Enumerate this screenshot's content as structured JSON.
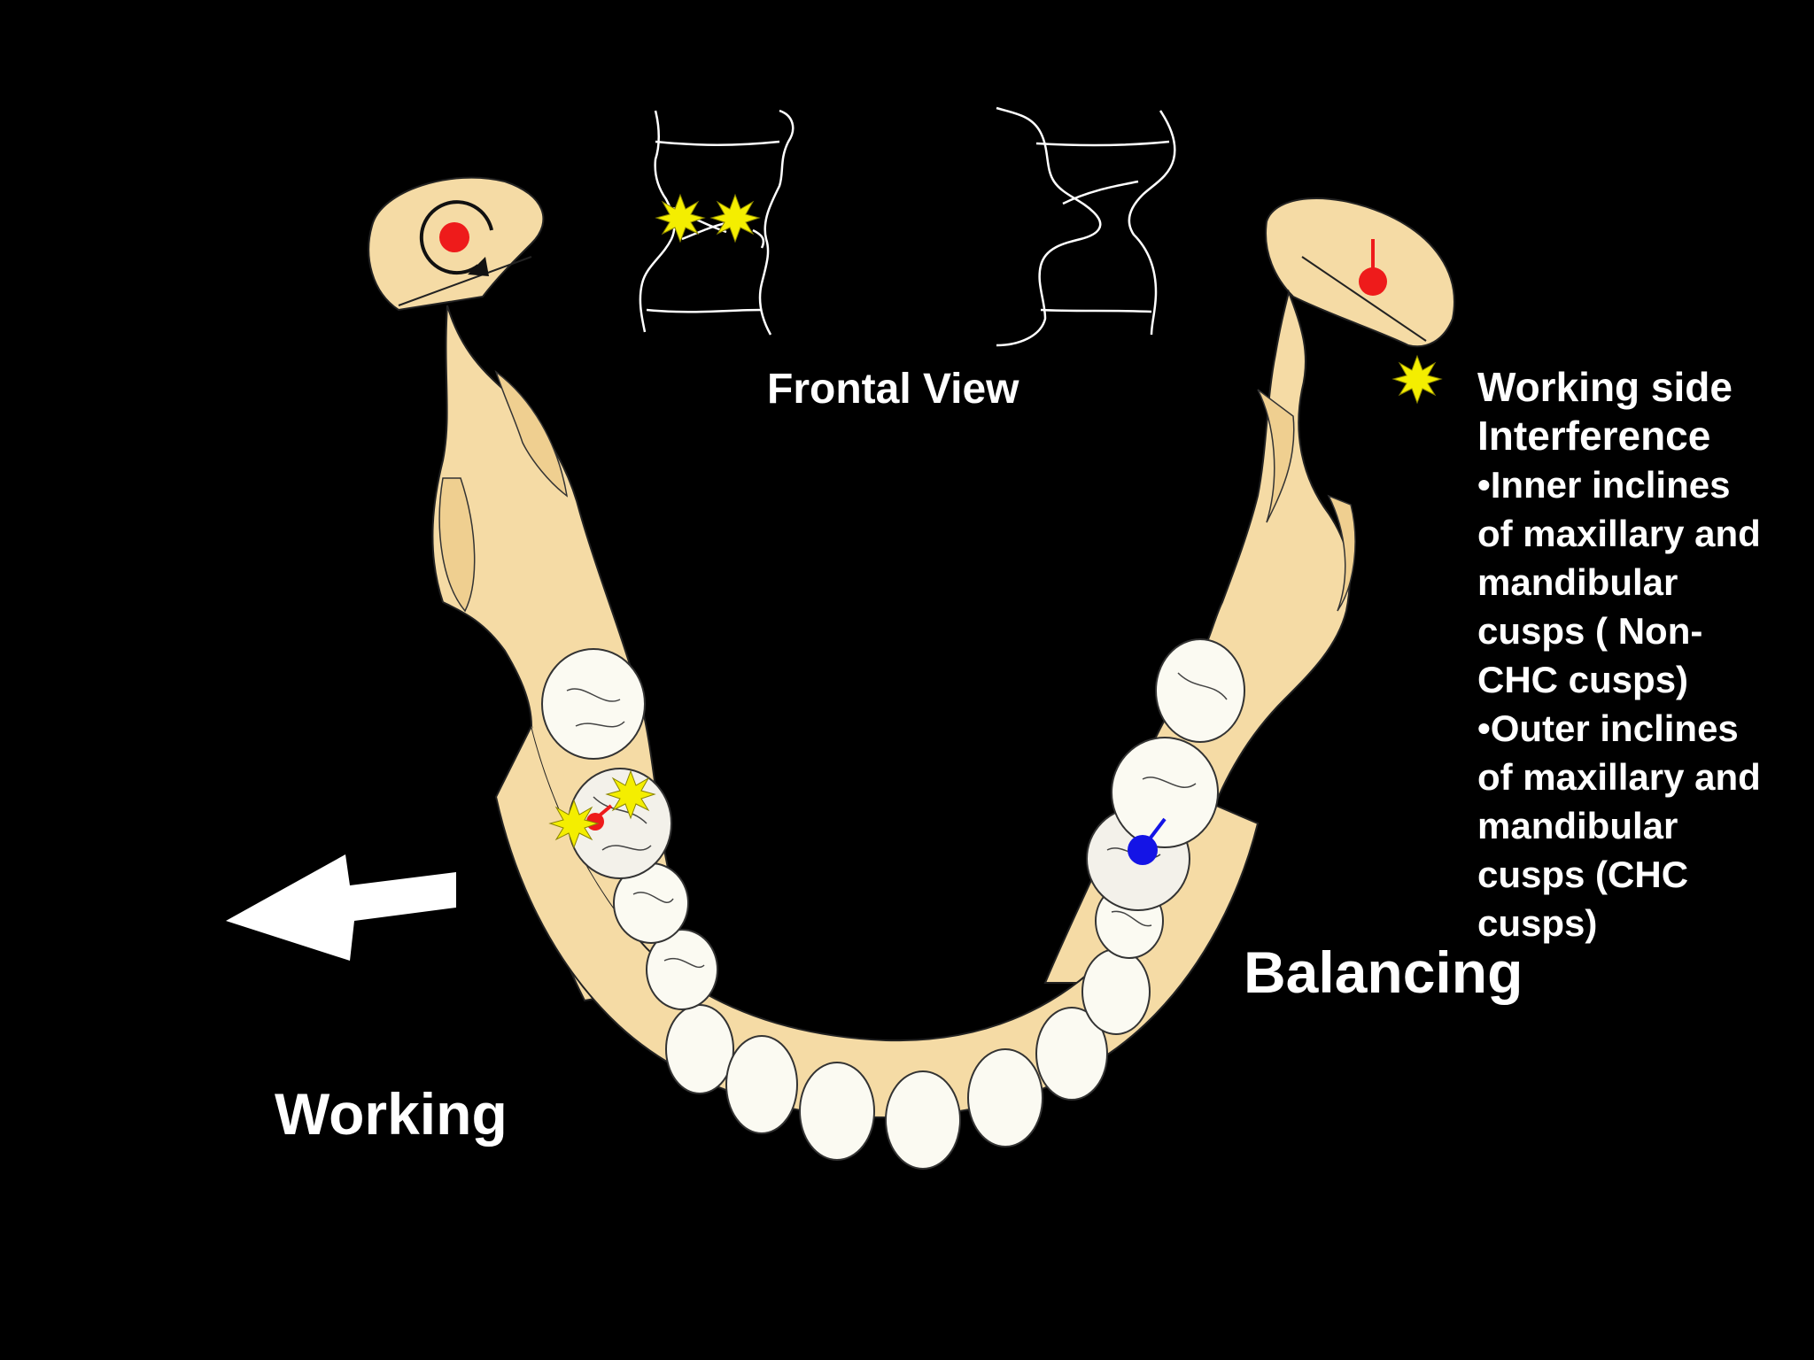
{
  "labels": {
    "frontal_view": "Frontal View",
    "working": "Working",
    "balancing": "Balancing"
  },
  "legend": {
    "lines": [
      "Working side",
      "Interference",
      "•Inner inclines",
      "of maxillary and",
      "mandibular",
      "cusps ( Non-",
      "CHC cusps)",
      "•Outer inclines",
      "of maxillary and",
      "mandibular",
      "cusps (CHC",
      "cusps)"
    ]
  },
  "colors": {
    "background": "#000000",
    "bone": "#f5dba5",
    "tooth": "#fbfaf2",
    "interference_star": "#f4ee00",
    "working_condyle_marker": "#ee1b1b",
    "balancing_marker": "#1414e6",
    "arrow": "#ffffff"
  },
  "icons": {
    "interference": "yellow-starburst-icon",
    "movement_direction": "left-arrow-icon",
    "rotation": "circular-arrow-icon"
  }
}
